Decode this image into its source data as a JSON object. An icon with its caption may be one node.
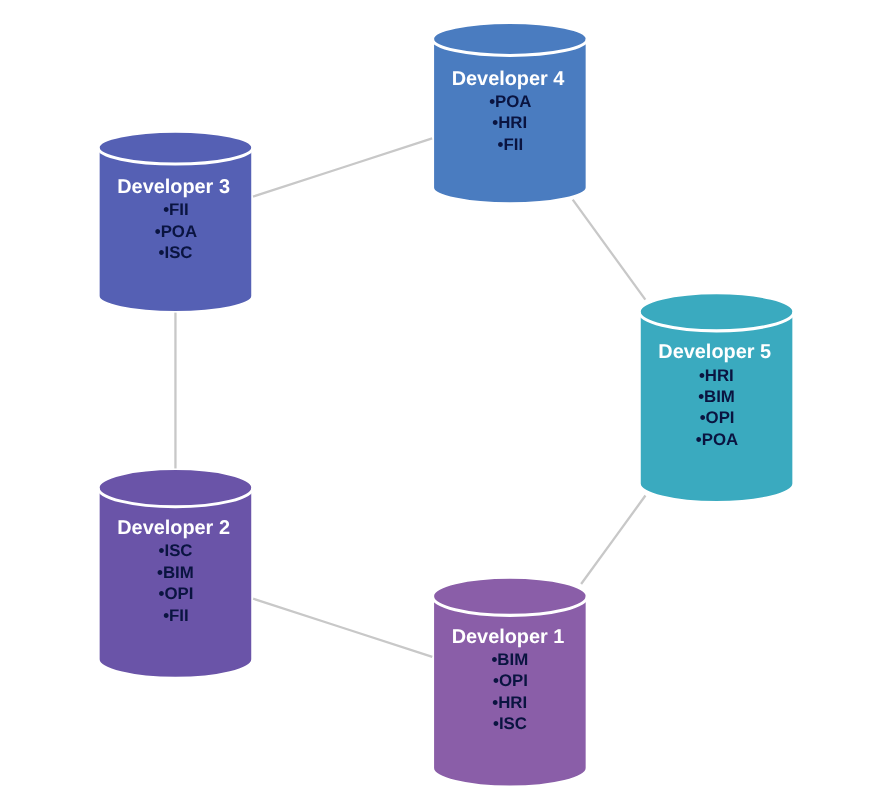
{
  "diagram": {
    "nodes": [
      {
        "text": [
          "Developer 1",
          "•BIM",
          "•OPI",
          "•HRI",
          "•ISC"
        ]
      },
      {
        "text": [
          "Developer 2",
          "•ISC",
          "•BIM",
          "•OPI",
          "•FII"
        ]
      },
      {
        "text": [
          "Developer 3",
          "•FII",
          "•POA",
          "•ISC"
        ]
      },
      {
        "text": [
          "Developer 4",
          "•POA",
          "•HRI",
          "•FII"
        ]
      },
      {
        "text": [
          "Developer 5",
          "•HRI",
          "•BIM",
          "•OPI",
          "•POA"
        ]
      }
    ],
    "edges": [
      {
        "from": 0,
        "to": 1,
        "arrow": "none"
      },
      {
        "from": 1,
        "to": 2,
        "arrow": "none"
      },
      {
        "from": 2,
        "to": 3,
        "arrow": "none"
      },
      {
        "from": 3,
        "to": 4,
        "arrow": "none"
      },
      {
        "from": 4,
        "to": 0,
        "arrow": "none"
      }
    ]
  }
}
